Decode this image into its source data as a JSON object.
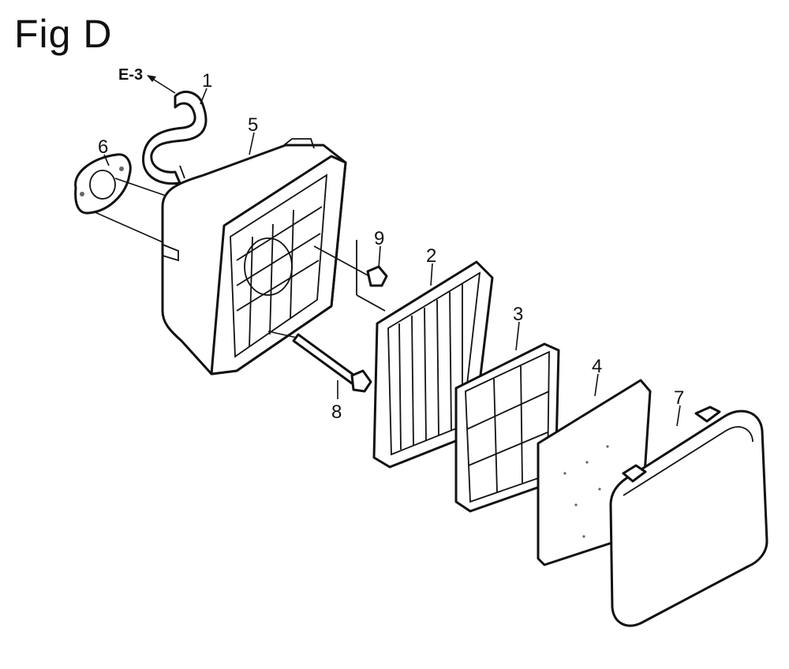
{
  "figure": {
    "title": "Fig D",
    "reference": "E-3"
  },
  "callouts": [
    {
      "id": "callout-1",
      "label": "1"
    },
    {
      "id": "callout-2",
      "label": "2"
    },
    {
      "id": "callout-3",
      "label": "3"
    },
    {
      "id": "callout-4",
      "label": "4"
    },
    {
      "id": "callout-5",
      "label": "5"
    },
    {
      "id": "callout-6",
      "label": "6"
    },
    {
      "id": "callout-7",
      "label": "7"
    },
    {
      "id": "callout-8",
      "label": "8"
    },
    {
      "id": "callout-9",
      "label": "9"
    }
  ],
  "colors": {
    "ink": "#111111",
    "background": "#ffffff"
  }
}
